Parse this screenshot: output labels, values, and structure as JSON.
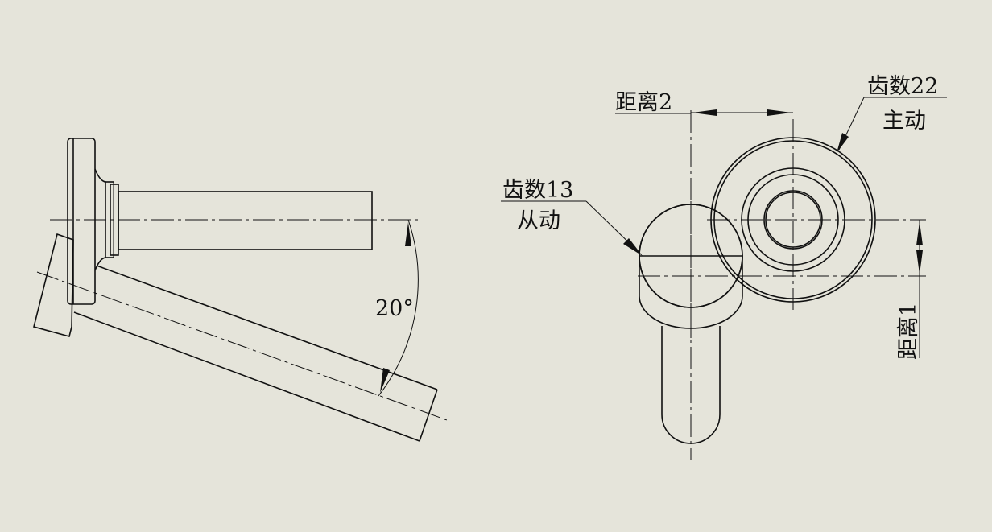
{
  "drawing": {
    "side_view": {
      "angle_label": "20°"
    },
    "top_view": {
      "distance2_label": "距离2",
      "distance1_label": "距离1",
      "driving_gear": {
        "teeth_label": "齿数22",
        "role_label": "主动"
      },
      "driven_gear": {
        "teeth_label": "齿数13",
        "role_label": "从动"
      }
    }
  }
}
